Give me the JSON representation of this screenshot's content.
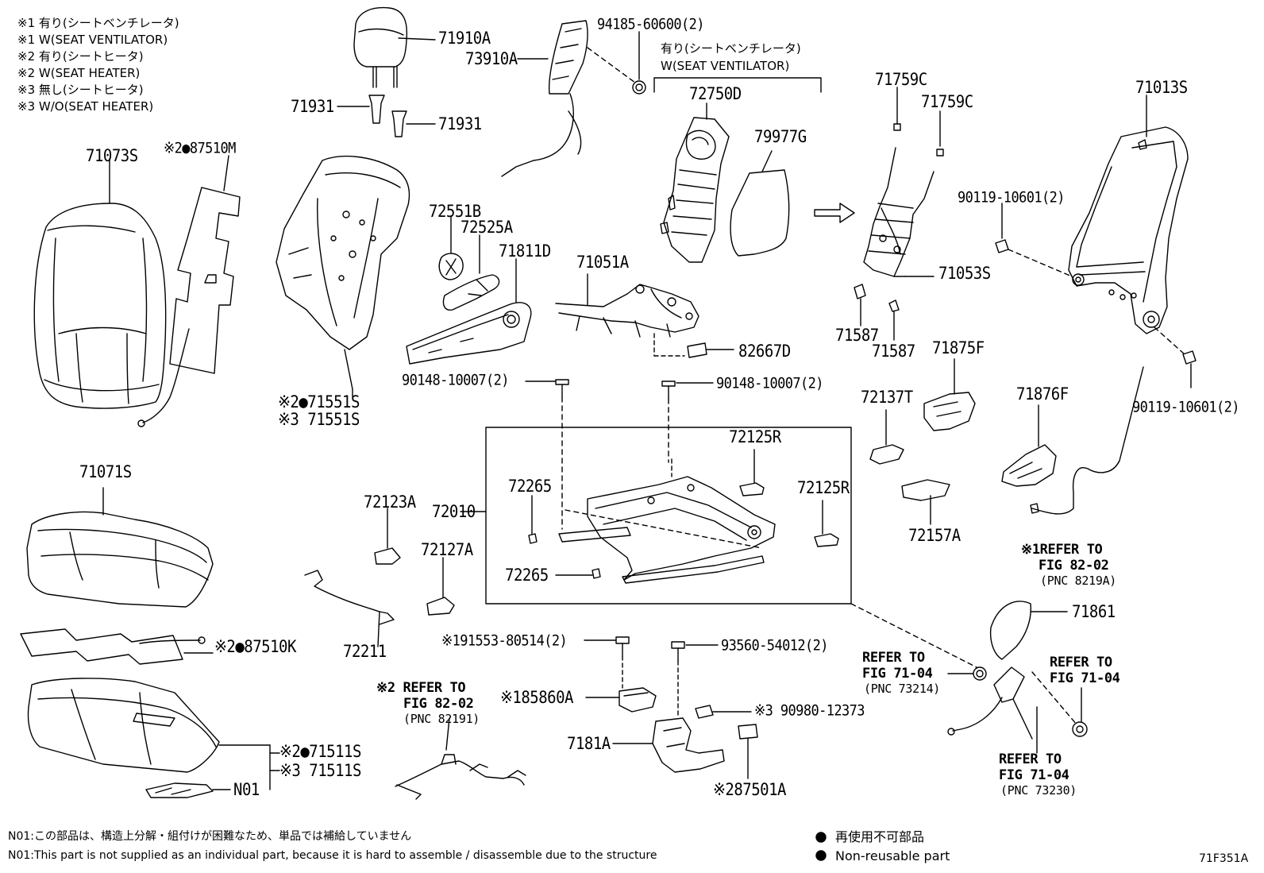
{
  "legend": [
    "※1 有り(シートベンチレータ)",
    "※1 W(SEAT VENTILATOR)",
    "※2 有り(シートヒータ)",
    "※2 W(SEAT HEATER)",
    "※3 無し(シートヒータ)",
    "※3 W/O(SEAT HEATER)"
  ],
  "vent_header": [
    "有り(シートベンチレータ)",
    "W(SEAT VENTILATOR)"
  ],
  "parts": {
    "p71910A": "71910A",
    "p73910A": "73910A",
    "p94185": "94185-60600(2)",
    "p71931a": "71931",
    "p71931b": "71931",
    "p71073S": "71073S",
    "p87510M": "※2●87510M",
    "p72750D": "72750D",
    "p79977G": "79977G",
    "p71759C1": "71759C",
    "p71759C2": "71759C",
    "p71013S": "71013S",
    "p90119a": "90119-10601(2)",
    "p72551B": "72551B",
    "p72525A": "72525A",
    "p71811D": "71811D",
    "p71051A": "71051A",
    "p71053S": "71053S",
    "p71587a": "71587",
    "p71587b": "71587",
    "p82667D": "82667D",
    "p90148a": "90148-10007(2)",
    "p90148b": "90148-10007(2)",
    "p71551Sa": "※2●71551S",
    "p71551Sb": "※3 71551S",
    "p71875F": "71875F",
    "p72137T": "72137T",
    "p71876F": "71876F",
    "p90119b": "90119-10601(2)",
    "p72125R1": "72125R",
    "p72125R2": "72125R",
    "p71071S": "71071S",
    "p72123A": "72123A",
    "p72010": "72010",
    "p72265a": "72265",
    "p72265b": "72265",
    "p72127A": "72127A",
    "p72157A": "72157A",
    "p87510K": "※2●87510K",
    "p72211": "72211",
    "p191553": "※191553-80514(2)",
    "p93560": "93560-54012(2)",
    "p185860A": "※185860A",
    "p7181A": "7181A",
    "p90980": "※3 90980-12373",
    "p87501A": "※287501A",
    "p71511Sa": "※2●71511S",
    "p71511Sb": "※3 71511S",
    "pN01": "N01",
    "p71861": "71861"
  },
  "refs": {
    "r8202a": [
      "※1REFER TO",
      "FIG 82-02",
      "(PNC 8219A)"
    ],
    "r7104a": [
      "REFER TO",
      "FIG 71-04",
      "(PNC 73214)"
    ],
    "r7104b": [
      "REFER TO",
      "FIG 71-04"
    ],
    "r7104c": [
      "REFER TO",
      "FIG 71-04",
      "(PNC 73230)"
    ],
    "r8202b": [
      "※2 REFER TO",
      "FIG 82-02",
      "(PNC 82191)"
    ]
  },
  "footer": {
    "n01_jp": "N01:この部品は、構造上分解・組付けが困難なため、単品では補給していません",
    "n01_en": "N01:This part is not supplied as an individual part, because it is hard to assemble / disassemble due to the structure",
    "nonreuse_jp": "再使用不可部品",
    "nonreuse_en": "Non-reusable part",
    "fig_code": "71F351A"
  }
}
